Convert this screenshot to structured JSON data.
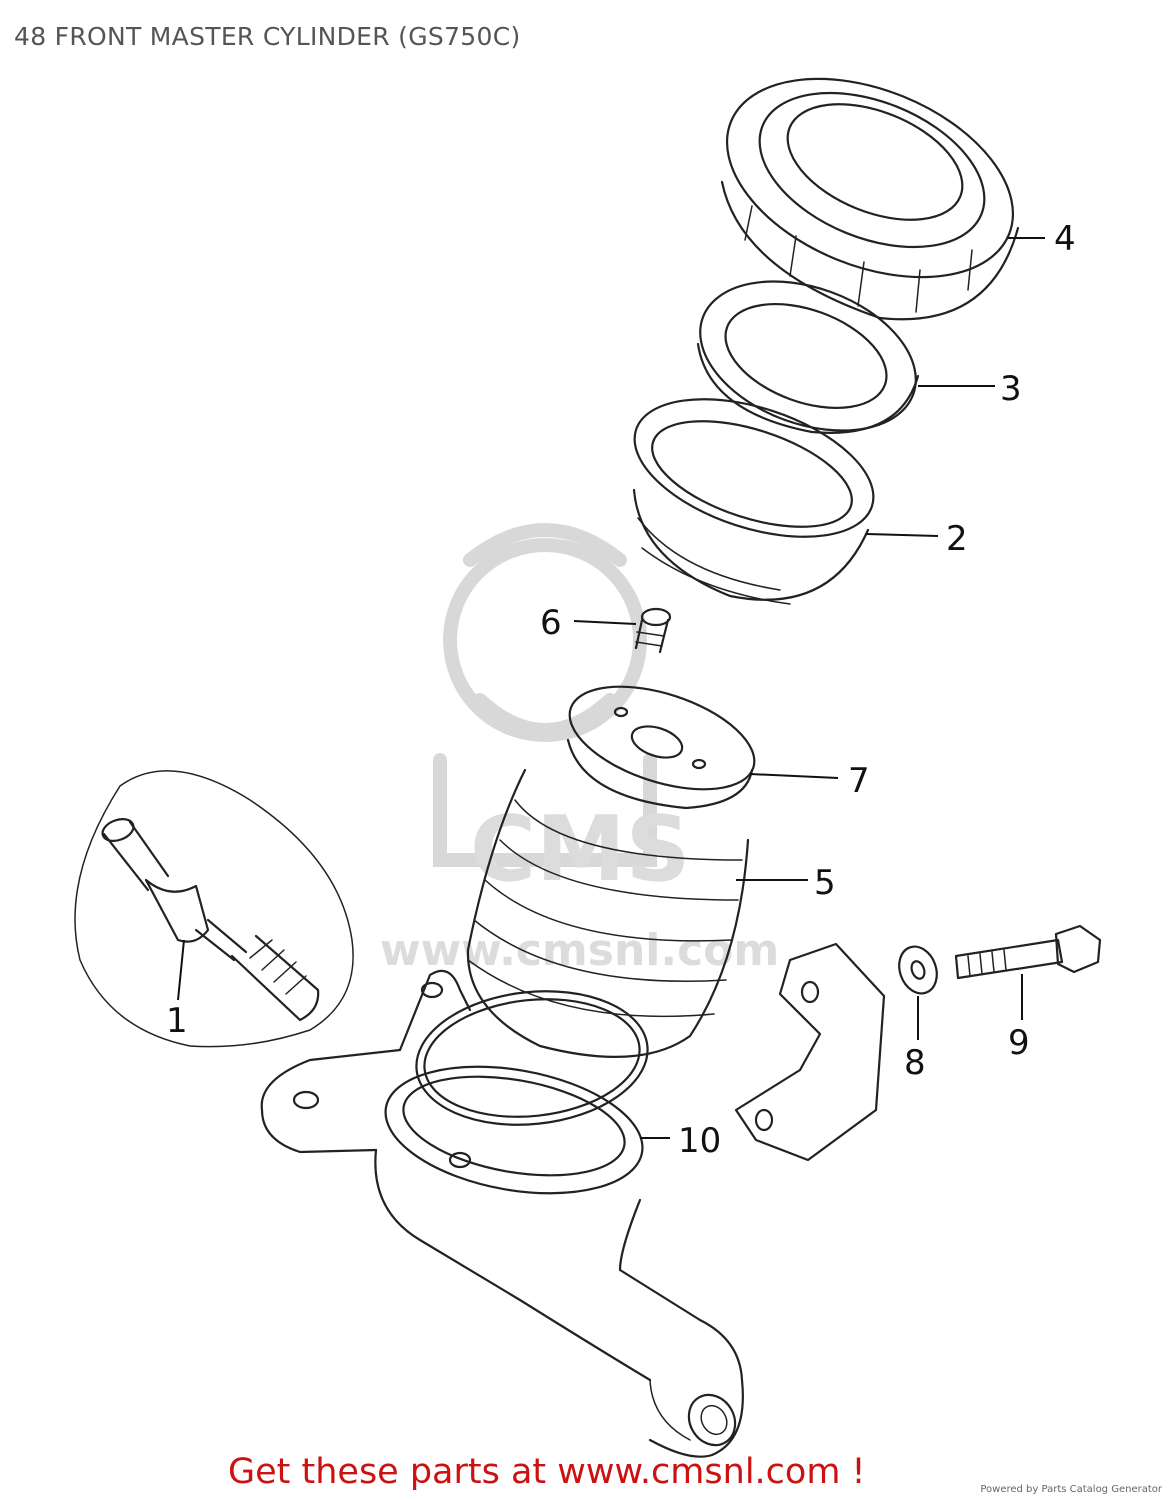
{
  "title": "48 FRONT MASTER CYLINDER (GS750C)",
  "callouts": {
    "p1": "1",
    "p2": "2",
    "p3": "3",
    "p4": "4",
    "p5": "5",
    "p6": "6",
    "p7": "7",
    "p8": "8",
    "p9": "9",
    "p10": "10"
  },
  "footer": {
    "cta": "Get these parts at www.cmsnl.com !",
    "powered_by": "Powered by Parts Catalog Generator"
  },
  "colors": {
    "cta": "#cc1111",
    "title": "#555555",
    "line": "#222222",
    "watermark": "#d8d8d8"
  }
}
